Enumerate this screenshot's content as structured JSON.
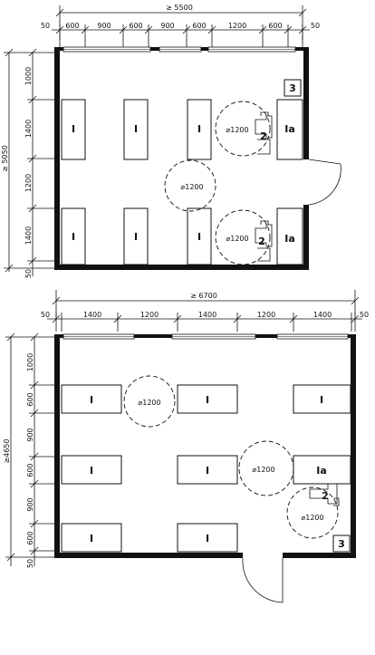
{
  "plan1": {
    "overall_width": "≥ 5500",
    "top_dims": [
      "50",
      "600",
      "900",
      "600",
      "900",
      "600",
      "1200",
      "600",
      "50"
    ],
    "overall_height": "≥ 5050",
    "left_dims": [
      "1000",
      "1400",
      "1200",
      "1400",
      "50"
    ],
    "desk_label": "I",
    "desk_label_alt": "Ia",
    "circle_label": "⌀1200",
    "item2_label": "2",
    "item3_label": "3"
  },
  "plan2": {
    "overall_width": "≥ 6700",
    "top_dims": [
      "50",
      "1400",
      "1200",
      "1400",
      "1200",
      "1400",
      "50"
    ],
    "overall_height": "≥4650",
    "left_dims": [
      "1000",
      "600",
      "900",
      "600",
      "900",
      "600",
      "50"
    ],
    "desk_label": "I",
    "desk_label_alt": "Ia",
    "circle_label": "⌀1200",
    "item2_label": "2",
    "item3_label": "3"
  }
}
